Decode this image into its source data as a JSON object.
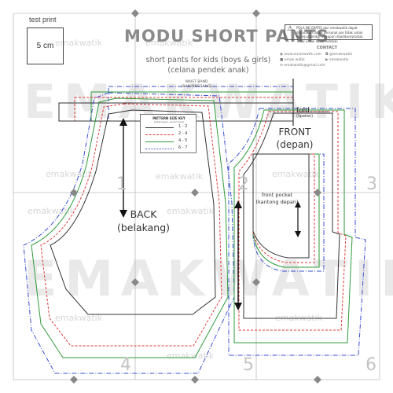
{
  "title": "MODU SHORT PANTS",
  "subtitle_en": "short pants for kids (boys & girls)",
  "subtitle_id": "(celana pendek anak)",
  "test_print": {
    "label": "test print",
    "size": "5 cm"
  },
  "warning": {
    "icon": "warning-triangle-icon",
    "text": "POLA INI GRATIS dari emakwatik dapat digunakan untuk personal use tidak untuk diperjualbelikan maupun dijadikan/produk. Tidak untuk dijual kembali"
  },
  "contact": {
    "heading": "CONTACT",
    "items": [
      {
        "icon": "globe-icon",
        "text": "www.emakwatik.com"
      },
      {
        "icon": "instagram-icon",
        "text": "@emakwatik"
      },
      {
        "icon": "facebook-icon",
        "text": "emak watik"
      },
      {
        "icon": "youtube-icon",
        "text": "emakwatik"
      },
      {
        "icon": "mail-icon",
        "text": "emakwatik@gmail.com"
      }
    ]
  },
  "waistband": {
    "line1": "WAIST BAND",
    "line2": "(BAN PINGGANG)"
  },
  "fold": {
    "label": "fold",
    "sub": "(lipatan)"
  },
  "front_piece": {
    "line1": "FRONT",
    "line2": "(depan)"
  },
  "back_piece": {
    "line1": "BACK",
    "line2": "(belakang)"
  },
  "front_pocket": {
    "line1": "front pocket",
    "line2": "(kantong depan)"
  },
  "pattern_key": {
    "title": "PATTERN SIZE KEY",
    "subtitle": "(keterangan ukuran pola)",
    "rows": [
      {
        "size": "1 - 2",
        "color": "#333333",
        "style": "solid"
      },
      {
        "size": "2 - 4",
        "color": "#e23a3a",
        "style": "dashed"
      },
      {
        "size": "4 - 5",
        "color": "#2e9a3a",
        "style": "solid"
      },
      {
        "size": "6 - 7",
        "color": "#3a4fd0",
        "style": "dashdot"
      }
    ]
  },
  "page_numbers": [
    "1",
    "2",
    "3",
    "4",
    "5",
    "6"
  ],
  "watermark": {
    "large": "EMAKWATIK",
    "small": "emakwatik"
  },
  "colors": {
    "size_1_2": "#333333",
    "size_2_4": "#e23a3a",
    "size_4_5": "#2e9a3a",
    "size_6_7": "#3a4fd0",
    "grid": "#bbbbbb",
    "diamond": "#888888"
  }
}
